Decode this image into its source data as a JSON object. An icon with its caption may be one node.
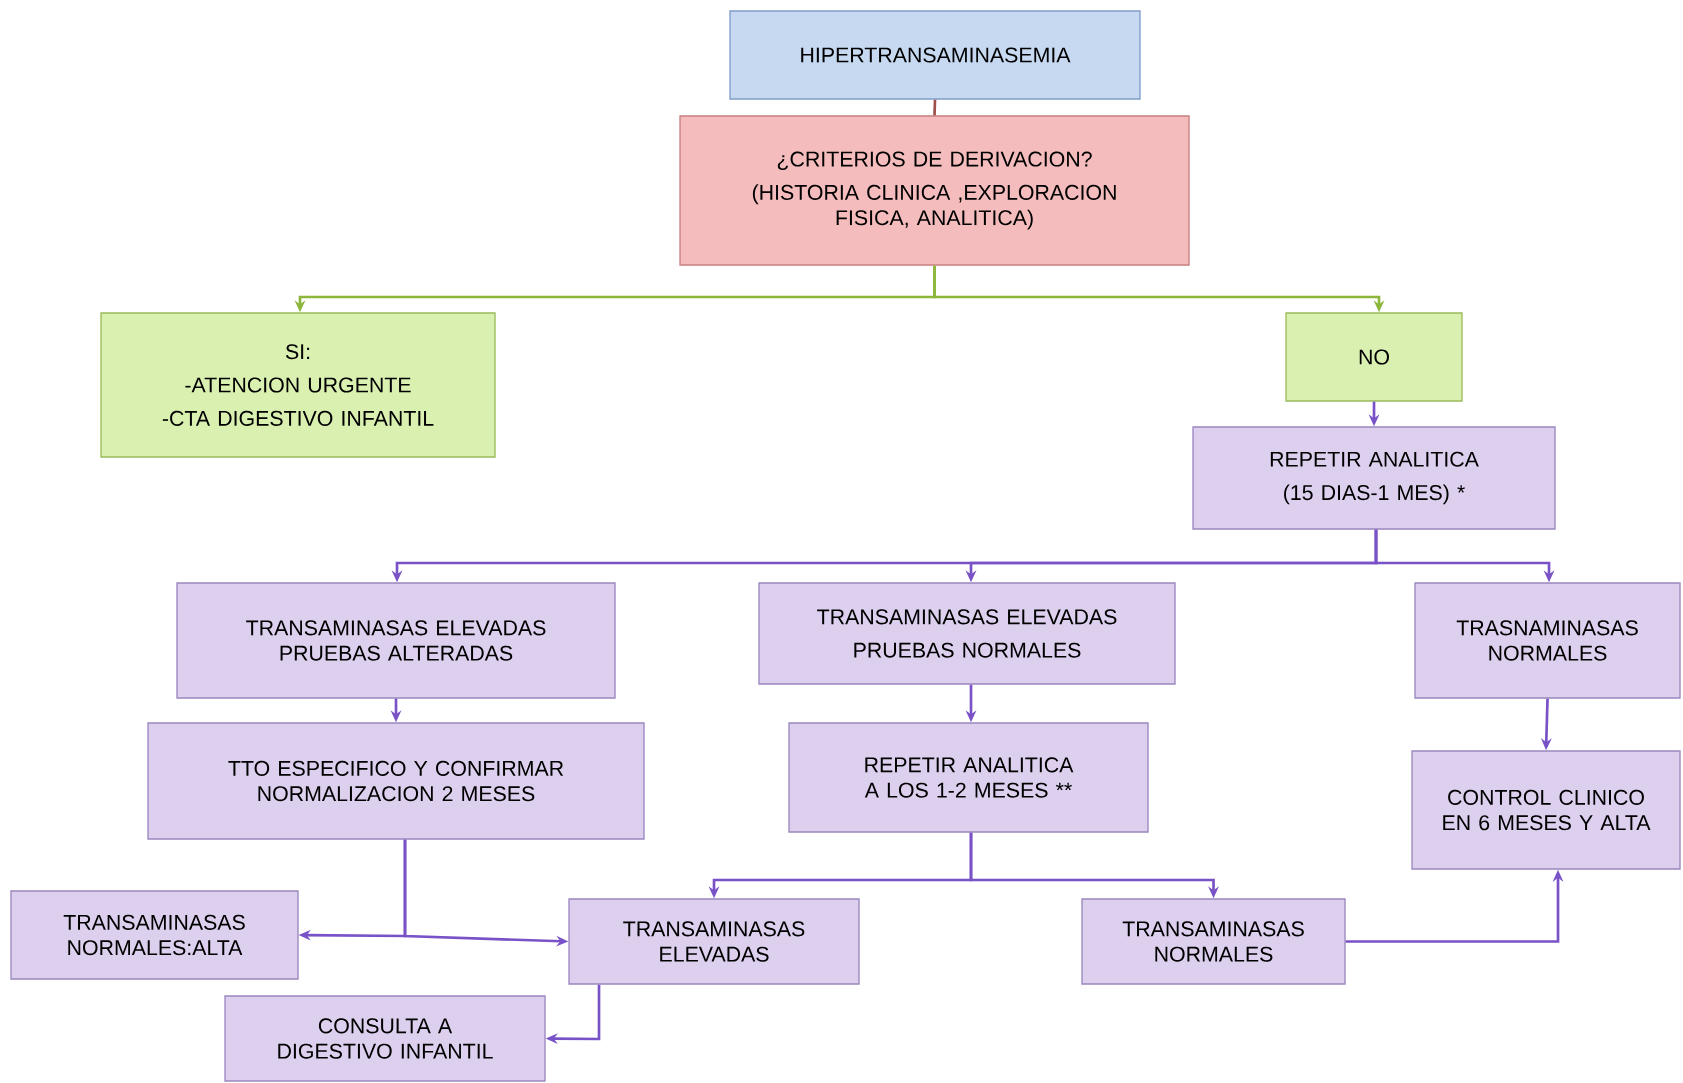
{
  "diagram": {
    "nodes": [
      {
        "text": [
          "HIPERTRANSAMINASEMIA"
        ]
      },
      {
        "text": [
          "¿CRITERIOS DE DERIVACION?",
          "(HISTORIA CLINICA ,EXPLORACION FISICA, ANALITICA)"
        ]
      },
      {
        "text": [
          "SI:",
          "-ATENCION URGENTE",
          "-CTA DIGESTIVO INFANTIL"
        ]
      },
      {
        "text": [
          "NO"
        ]
      },
      {
        "text": [
          "REPETIR ANALITICA",
          "(15 DIAS-1 MES) *"
        ]
      },
      {
        "text": [
          "TRANSAMINASAS ELEVADAS PRUEBAS ALTERADAS"
        ]
      },
      {
        "text": [
          "TRANSAMINASAS ELEVADAS",
          "PRUEBAS NORMALES"
        ]
      },
      {
        "text": [
          "TRASNAMINASAS NORMALES"
        ]
      },
      {
        "text": [
          "TTO ESPECIFICO Y CONFIRMAR NORMALIZACION 2 MESES"
        ]
      },
      {
        "text": [
          "REPETIR ANALITICA A LOS 1-2 MESES **"
        ]
      },
      {
        "text": [
          "CONTROL CLINICO EN 6 MESES Y ALTA"
        ]
      },
      {
        "text": [
          "TRANSAMINASAS NORMALES:ALTA"
        ]
      },
      {
        "text": [
          "TRANSAMINASAS ELEVADAS"
        ]
      },
      {
        "text": [
          "TRANSAMINASAS NORMALES"
        ]
      },
      {
        "text": [
          "CONSULTA A DIGESTIVO INFANTIL"
        ]
      }
    ],
    "edges": [
      {
        "from": 0,
        "to": 1,
        "arrow": "none",
        "color": "#a0504a"
      },
      {
        "from": 1,
        "to": 2,
        "arrow": "to",
        "color": "#8db63c"
      },
      {
        "from": 1,
        "to": 3,
        "arrow": "to",
        "color": "#8db63c"
      },
      {
        "from": 3,
        "to": 4,
        "arrow": "to"
      },
      {
        "from": 4,
        "to": 5,
        "arrow": "to"
      },
      {
        "from": 4,
        "to": 6,
        "arrow": "to"
      },
      {
        "from": 4,
        "to": 7,
        "arrow": "to"
      },
      {
        "from": 5,
        "to": 8,
        "arrow": "to"
      },
      {
        "from": 6,
        "to": 9,
        "arrow": "to"
      },
      {
        "from": 7,
        "to": 10,
        "arrow": "to"
      },
      {
        "from": 8,
        "to": 11,
        "arrow": "to"
      },
      {
        "from": 8,
        "to": 12,
        "arrow": "to"
      },
      {
        "from": 9,
        "to": 12,
        "arrow": "to"
      },
      {
        "from": 9,
        "to": 13,
        "arrow": "to"
      },
      {
        "from": 13,
        "to": 10,
        "arrow": "to"
      },
      {
        "from": 12,
        "to": 14,
        "arrow": "to"
      }
    ]
  }
}
